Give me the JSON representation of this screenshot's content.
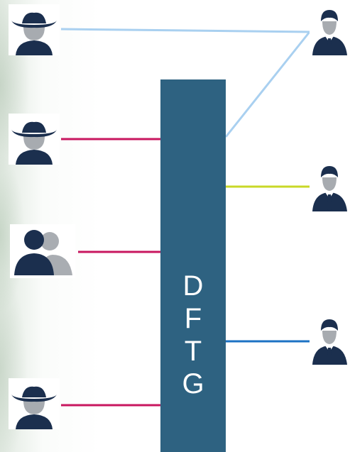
{
  "center_box": {
    "letters": [
      "D",
      "F",
      "T",
      "G"
    ],
    "color": "#2e6281"
  },
  "left_nodes": [
    {
      "icon": "cowboy-hat-person-icon",
      "link_color": "#a9d0f0"
    },
    {
      "icon": "cowboy-hat-person-icon",
      "link_color": "#c8175f"
    },
    {
      "icon": "user-group-icon",
      "link_color": "#c8175f"
    },
    {
      "icon": "cowboy-hat-person-icon",
      "link_color": "#c8175f"
    }
  ],
  "right_nodes": [
    {
      "icon": "businessman-icon",
      "link_color": "#a9d0f0"
    },
    {
      "icon": "businessman-icon",
      "link_color": "#c9d827"
    },
    {
      "icon": "businessman-icon",
      "link_color": "#1c72c4"
    }
  ],
  "colors": {
    "icon_dark": "#1b2f4e",
    "icon_face": "#a7abb0",
    "icon_secondary": "#a9adb2",
    "tie_white": "#ffffff"
  }
}
